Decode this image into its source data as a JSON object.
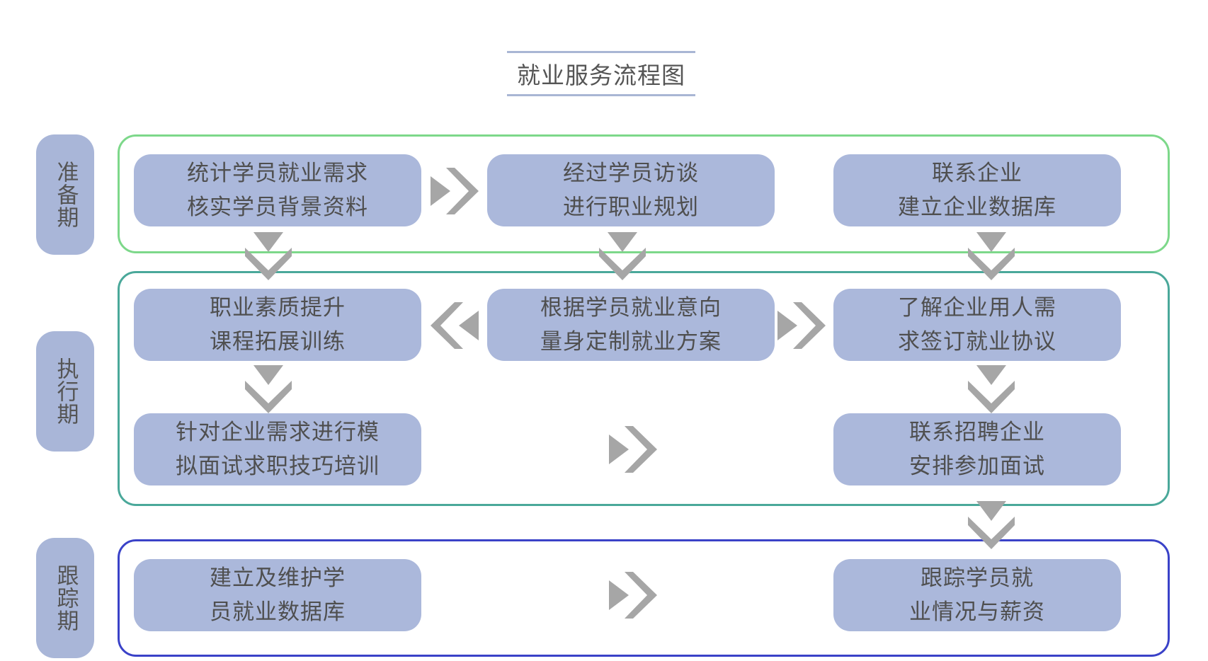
{
  "title": "就业服务流程图",
  "colors": {
    "stage_fill": "#a9b6d8",
    "box_fill": "#abb8db",
    "arrow": "#a6a6a6",
    "panel_prepare": "#7dd88a",
    "panel_execute": "#4aa89a",
    "panel_track": "#3a42c8"
  },
  "stages": {
    "prepare": "准备期",
    "execute": "执行期",
    "track": "跟踪期"
  },
  "steps": {
    "p1": {
      "line1": "统计学员就业需求",
      "line2": "核实学员背景资料"
    },
    "p2": {
      "line1": "经过学员访谈",
      "line2": "进行职业规划"
    },
    "p3": {
      "line1": "联系企业",
      "line2": "建立企业数据库"
    },
    "e1": {
      "line1": "职业素质提升",
      "line2": "课程拓展训练"
    },
    "e2": {
      "line1": "根据学员就业意向",
      "line2": "量身定制就业方案"
    },
    "e3": {
      "line1": "了解企业用人需",
      "line2": "求签订就业协议"
    },
    "e4": {
      "line1": "针对企业需求进行模",
      "line2": "拟面试求职技巧培训"
    },
    "e5": {
      "line1": "联系招聘企业",
      "line2": "安排参加面试"
    },
    "t1": {
      "line1": "建立及维护学",
      "line2": "员就业数据库"
    },
    "t2": {
      "line1": "跟踪学员就",
      "line2": "业情况与薪资"
    }
  }
}
